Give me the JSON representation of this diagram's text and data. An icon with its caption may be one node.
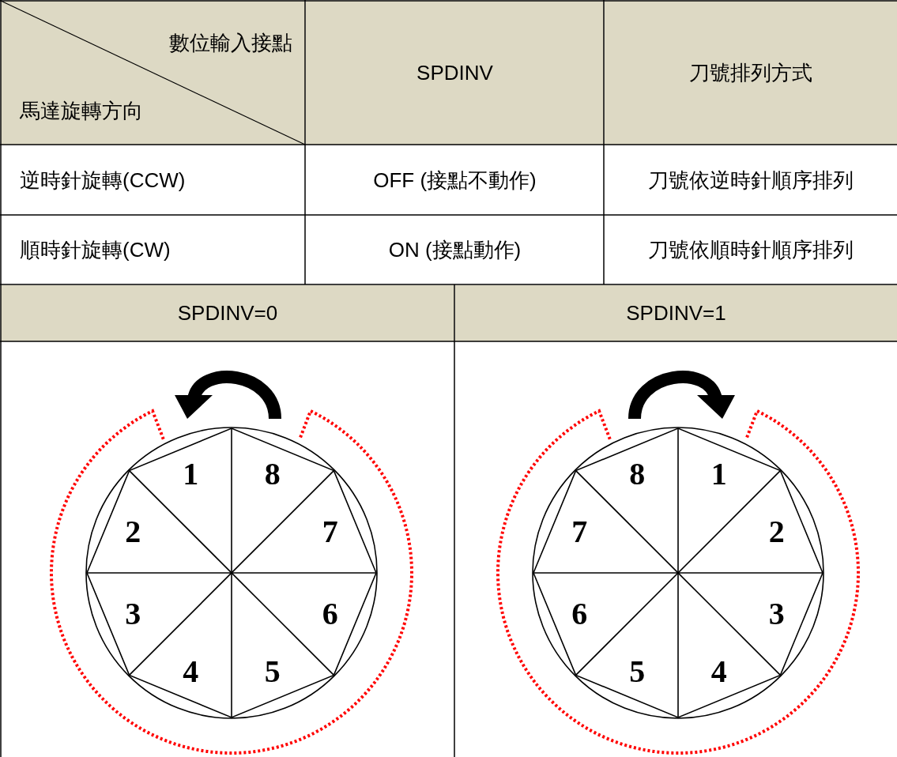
{
  "diagram": {
    "labels": [
      "數位輸入接點",
      "馬達旋轉方向",
      "SPDINV",
      "刀號排列方式",
      "逆時針旋轉(CCW)",
      "OFF (接點不動作)",
      "刀號依逆時針順序排列",
      "順時針旋轉(CW)",
      "ON (接點動作)",
      "刀號依順時針順序排列",
      "SPDINV=0",
      "SPDINV=1",
      "1",
      "8",
      "2",
      "7",
      "3",
      "6",
      "4",
      "5",
      "8",
      "1",
      "7",
      "2",
      "6",
      "3",
      "5",
      "4"
    ]
  }
}
